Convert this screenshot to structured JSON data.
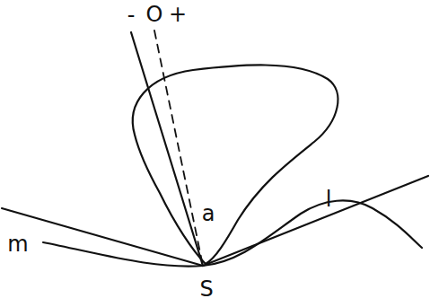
{
  "diagram": {
    "labels": [
      "-",
      "O",
      "+",
      "a",
      "m",
      "l",
      "S"
    ]
  }
}
